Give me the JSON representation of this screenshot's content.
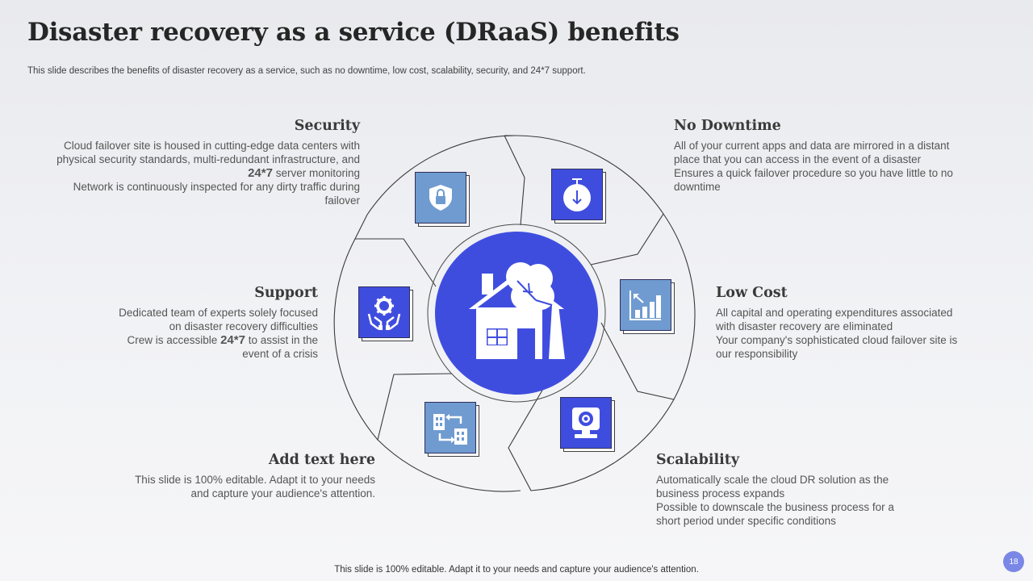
{
  "slide": {
    "title": "Disaster recovery as a service (DRaaS) benefits",
    "subtitle": "This slide describes the benefits of disaster recovery as a service, such as no downtime, low cost, scalability, security, and 24*7 support.",
    "footer": "This slide is 100% editable. Adapt it to your needs and capture your audience's attention.",
    "page_number": "18"
  },
  "benefits": {
    "security": {
      "heading": "Security",
      "line1": "Cloud failover site is housed in cutting-edge data centers with physical security standards, multi-redundant infrastructure, and",
      "emph": "24*7",
      "line1_end": "server monitoring",
      "line2": "Network is continuously inspected for any dirty traffic during failover",
      "icon": "shield-lock-icon"
    },
    "no_downtime": {
      "heading": "No Downtime",
      "line1": "All of your current apps and data are mirrored in a distant place that you can access in the event of a disaster",
      "line2": "Ensures a quick failover procedure so you have little to no downtime",
      "icon": "stopwatch-icon"
    },
    "support": {
      "heading": "Support",
      "line1": "Dedicated team of experts solely focused on disaster recovery difficulties",
      "line2_start": "Crew is accessible",
      "emph": "24*7",
      "line2_end": "to assist in the event of a crisis",
      "icon": "hands-gear-icon"
    },
    "low_cost": {
      "heading": "Low Cost",
      "line1": "All capital and operating expenditures associated with disaster recovery are eliminated",
      "line2": "Your company's sophisticated cloud failover site is our responsibility",
      "icon": "bar-chart-down-icon"
    },
    "add_text": {
      "heading": "Add text here",
      "line1": "This slide is 100% editable. Adapt it to your needs and capture your audience's attention.",
      "icon": "buildings-transfer-icon"
    },
    "scalability": {
      "heading": "Scalability",
      "line1": "Automatically scale the cloud DR solution as the business process expands",
      "line2": "Possible to downscale the business process for a short period under specific conditions",
      "icon": "webcam-icon"
    }
  },
  "center": {
    "icon": "house-tree-icon"
  },
  "colors": {
    "accent": "#3f4ddf",
    "light_box": "#6f9bd0",
    "page_badge": "#7a87e6"
  }
}
